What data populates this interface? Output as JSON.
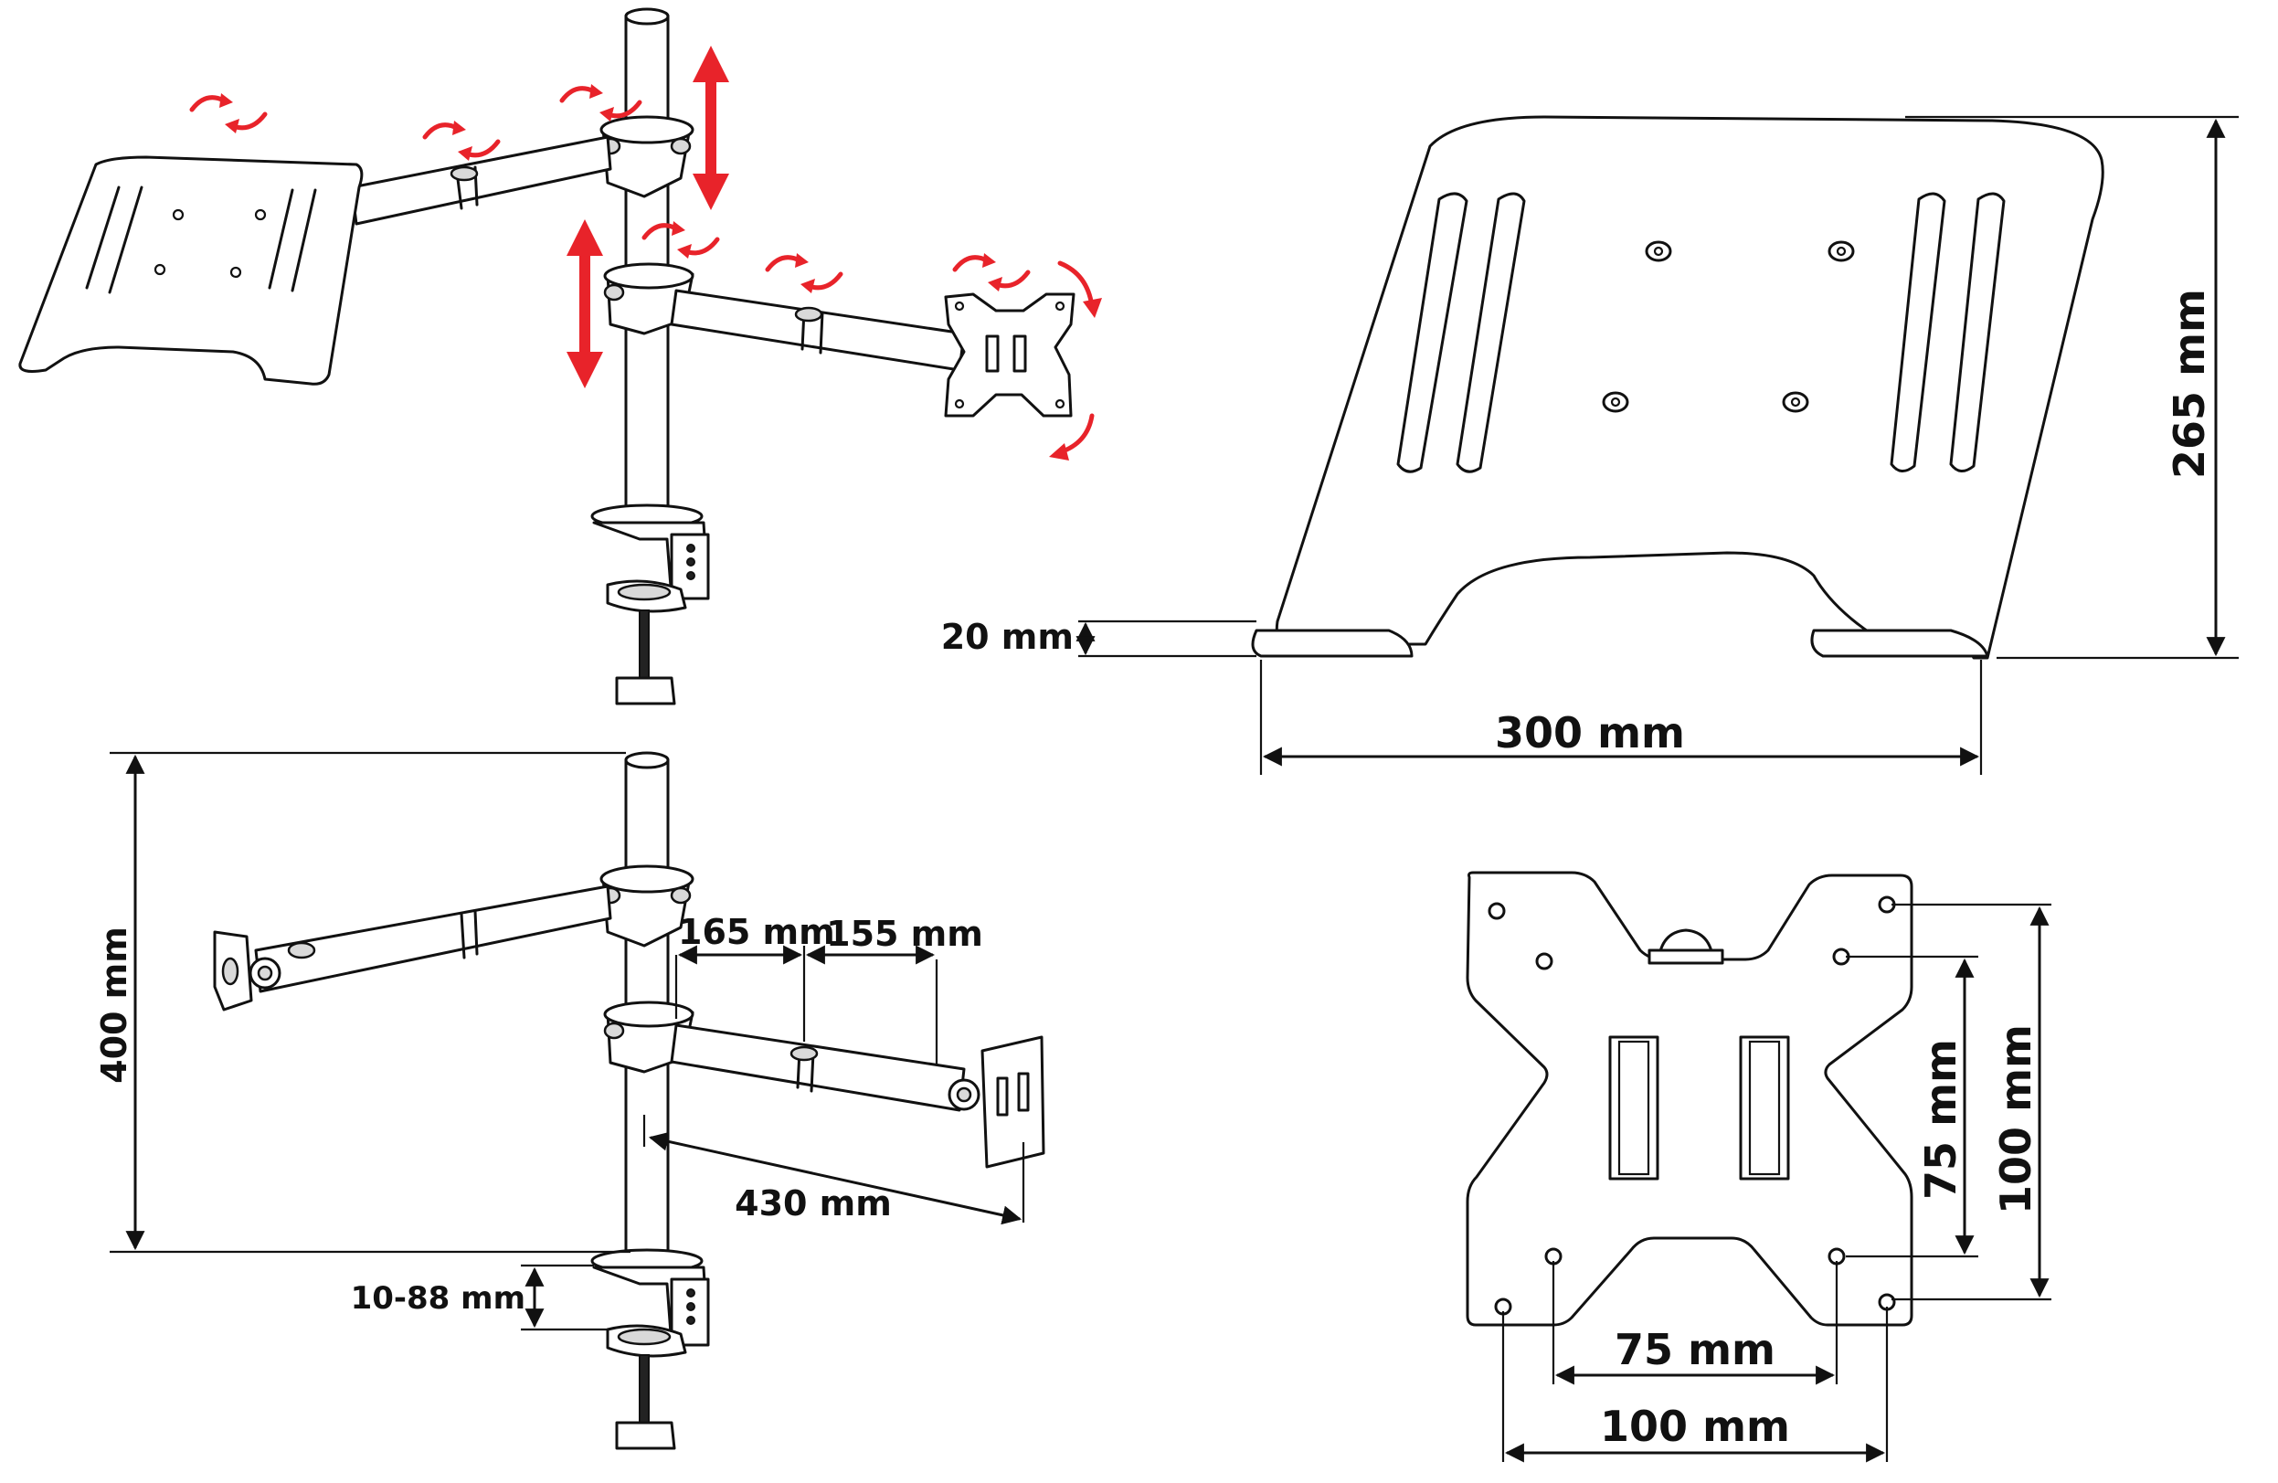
{
  "laptop_tray": {
    "height_label": "265 mm",
    "width_label": "300 mm",
    "lip_label": "20 mm"
  },
  "vesa_plate": {
    "outer_vertical_label": "100 mm",
    "inner_vertical_label": "75 mm",
    "inner_horizontal_label": "75 mm",
    "outer_horizontal_label": "100 mm"
  },
  "mount_dimensions": {
    "pole_height_label": "400 mm",
    "arm_segment_1_label": "165 mm",
    "arm_segment_2_label": "155 mm",
    "arm_reach_label": "430 mm",
    "clamp_range_label": "10-88 mm"
  },
  "colors": {
    "line": "#111111",
    "arrow_red": "#e8232a",
    "background": "#ffffff"
  }
}
